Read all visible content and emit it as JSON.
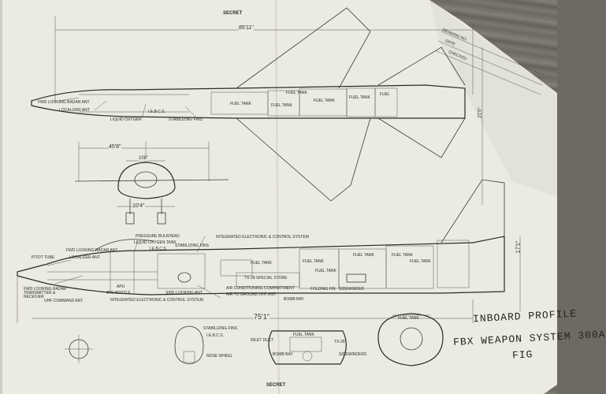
{
  "document": {
    "classification_top": "SECRET",
    "classification_bottom": "SECRET",
    "title_line1": "INBOARD PROFILE",
    "title_line2": "FBX WEAPON SYSTEM 300A",
    "figure_label": "FIG",
    "colors": {
      "paper": "#ecebe2",
      "ink": "#2b2b2b",
      "table": "#6e6a63"
    }
  },
  "dimensions": {
    "overall_length": "85'11\"",
    "wing_span": "45'8\"",
    "fuselage_width": "108\"",
    "gear_track": "10'4\"",
    "profile_length": "75'1\"",
    "height": "21'0\"",
    "profile_height": "17'1\""
  },
  "plan_view_labels": {
    "radar_ant": "FWD LOOKING RADAR ANT",
    "localizer": "LOCALIZER ANT",
    "liquid_oxygen": "LIQUID OXYGEN",
    "iebcs": "I.E.B.C.S.",
    "stabilizing_fins": "STABILIZING FINS",
    "fuel_tank_a": "FUEL TANK",
    "fuel_tank_b": "FUEL TANK",
    "fuel_tank_c": "FUEL TANK",
    "fuel_tank_d": "FUEL TANK",
    "fuel_tank_e": "FUEL TANK",
    "fuel_tank_f": "FUEL"
  },
  "profile_labels": {
    "pressure_bulkhead": "PRESSURE BULKHEAD",
    "liquid_oxygen_tank": "LIQUID OXYGEN TANK",
    "iebcs": "I.E.B.C.S.",
    "stabilizing_fins": "STABILIZING FINS",
    "integrated_top": "INTEGRATED ELECTRONIC & CONTROL SYSTEM",
    "radar_ant": "FWD LOOKING RADAR ANT",
    "localizer": "LOCALIZER ANT",
    "pitot": "PITOT TUBE",
    "radar_transmitter": "FWD LOOKING RADAR TRANSMITTER & RECEIVER",
    "uhf": "UHF COMMAND ANT.",
    "apu": "APU",
    "bottle": "ATO BOTTLE",
    "side_looking": "SIDE LOOKING ANT",
    "integrated_bottom": "INTEGRATED ELECTRONIC & CONTROL SYSTEM",
    "fuel_tank_1": "FUEL TANK",
    "fuel_tank_2": "FUEL TANK",
    "fuel_tank_3": "FUEL TANK",
    "fuel_tank_4": "FUEL TANK",
    "fuel_tank_5": "FUEL TANK",
    "fuel_tank_6": "FUEL TANK",
    "special_store": "TX-28 SPECIAL STORE",
    "air_conditioning": "AIR CONDITIONING COMPARTMENT",
    "air_to_ground": "AIR TO GROUND I.F.F. ANT.",
    "bomb_bay": "BOMB BAY",
    "folding_fin": "FOLDING FIN",
    "sidewinder": "SIDEWINDER"
  },
  "section_labels": {
    "stabilizing_fins": "STABILIZING FINS",
    "iebcs": "I.E.B.C.S.",
    "nose_wheel": "NOSE WHEEL",
    "inlet_duct": "INLET DUCT",
    "fuel_tank": "FUEL TANK",
    "tx28": "TX-28",
    "bomb_bay": "BOMB BAY",
    "sidewinders": "SIDEWINDERS",
    "fuel_tank_right": "FUEL TANK"
  },
  "title_block": {
    "line1": "DRAWING NO.",
    "line2": "DATE",
    "line3": "CHECKED"
  }
}
